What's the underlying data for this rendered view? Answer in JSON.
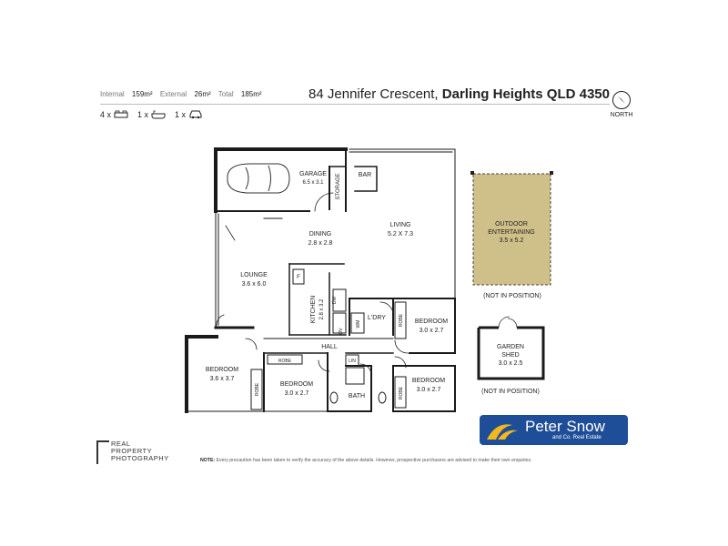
{
  "header": {
    "stats": [
      {
        "label": "Internal",
        "value": "159m²"
      },
      {
        "label": "External",
        "value": "26m²"
      },
      {
        "label": "Total",
        "value": "185m²"
      }
    ],
    "address_street": "84 Jennifer Crescent,",
    "address_suburb": "Darling Heights QLD 4350",
    "counts": [
      {
        "value": "4 x",
        "icon": "bed-icon"
      },
      {
        "value": "1 x",
        "icon": "bath-icon"
      },
      {
        "value": "1 x",
        "icon": "car-icon"
      }
    ],
    "north_label": "NORTH"
  },
  "rooms": {
    "garage": {
      "name": "GARAGE",
      "size": "6.5 x 3.1"
    },
    "storage": "STORAGE",
    "bar": "BAR",
    "living": {
      "name": "LIVING",
      "size": "5.2 X 7.3"
    },
    "dining": {
      "name": "DINING",
      "size": "2.8 x 2.8"
    },
    "lounge": {
      "name": "LOUNGE",
      "size": "3.6 x 6.0"
    },
    "fridge": "F",
    "kitchen": {
      "name": "KITCHEN",
      "size": "2.8 x 3.2"
    },
    "dw": "DW",
    "ov": "OV",
    "wm": "WM",
    "ldry": "L'DRY",
    "robe": "ROBE",
    "bed1": {
      "name": "BEDROOM",
      "size": "3.0 x 2.7"
    },
    "hall": "HALL",
    "lin": "LIN",
    "bed_left": {
      "name": "BEDROOM",
      "size": "3.6 x 3.7"
    },
    "bed_mid": {
      "name": "BEDROOM",
      "size": "3.0 x 2.7"
    },
    "bath": "BATH",
    "bed_right": {
      "name": "BEDROOM",
      "size": "3.0 x 2.7"
    },
    "outdoor": {
      "name1": "OUTDOOR",
      "name2": "ENTERTAINING",
      "size": "3.5 x 5.2",
      "note": "(NOT IN POSITION)"
    },
    "shed": {
      "name1": "GARDEN",
      "name2": "SHED",
      "size": "3.0 x 2.5",
      "note": "(NOT IN POSITION)"
    }
  },
  "colors": {
    "wall": "#1a1a1a",
    "outdoor_fill": "#cfc08a",
    "brand_blue": "#1f4e99",
    "brand_yellow": "#f5b81c"
  },
  "footer": {
    "photo_logo_line1": "REAL",
    "photo_logo_line2": "PROPERTY",
    "photo_logo_line3": "PHOTOGRAPHY",
    "note_label": "NOTE:",
    "note_text": "Every precaution has been taken to verify the accuracy of the above details. However, prospective purchasers are advised to make their own enquiries.",
    "agency_name": "Peter Snow",
    "agency_sub": "and Co. Real Estate"
  }
}
